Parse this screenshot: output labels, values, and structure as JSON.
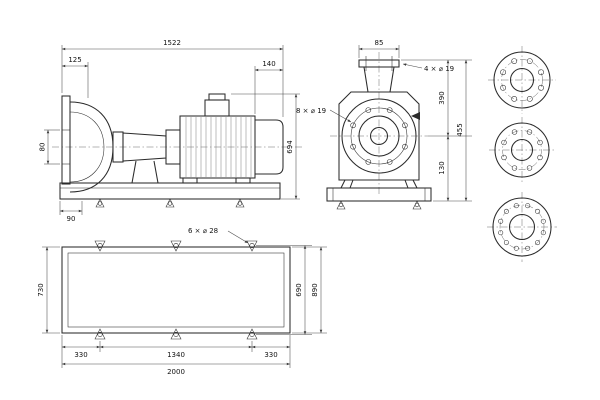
{
  "side_view": {
    "dims": {
      "overall_length": "1522",
      "suction_flange_offset": "125",
      "fan_cover_length": "140",
      "suction_bore": "80",
      "base_edge_offset": "90",
      "total_height": "694"
    }
  },
  "front_view": {
    "dims": {
      "discharge_flange_width": "85",
      "discharge_flange_holes": "4 × ⌀ 19",
      "suction_flange_holes": "8 × ⌀ 19",
      "axis_to_flange_top": "390",
      "axis_to_base": "130",
      "overall_height": "455"
    }
  },
  "plan_view": {
    "dims": {
      "anchor_holes": "6 × ⌀ 28",
      "plate_width": "730",
      "hole_span_width": "690",
      "outer_span_width": "890",
      "hole_end_left": "330",
      "hole_span_length": "1340",
      "hole_end_right": "330",
      "plate_length": "2000"
    }
  }
}
